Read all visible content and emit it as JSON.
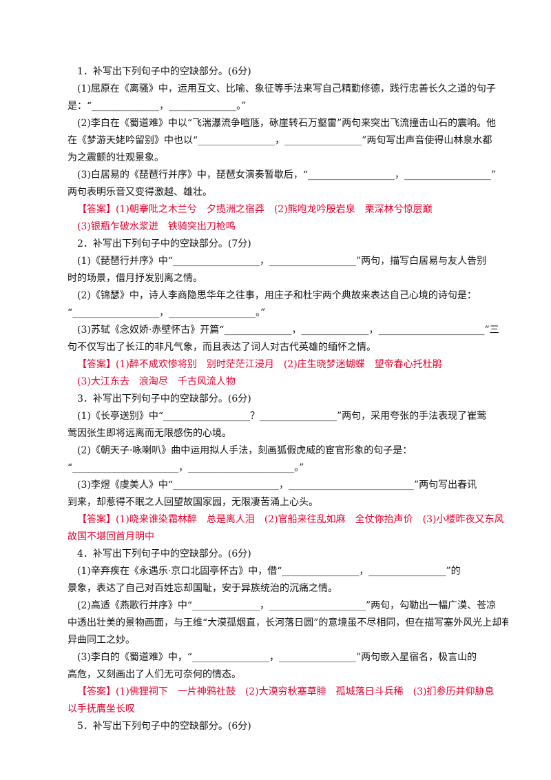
{
  "lines": [
    {
      "text": "1．补写出下列句子中的空缺部分。(6分)",
      "cls": "q"
    },
    {
      "text": "(1)屈原在《离骚》中，运用互文、比喻、象征等手法来写自己精勤修德，践行忠善长久之道的句子",
      "cls": "indent"
    },
    {
      "text": "是：“______________，______________。”",
      "cls": ""
    },
    {
      "text": "(2)李白在《蜀道难》中以“飞湍瀑流争喧豗，砯崖转石万壑雷”两句来突出飞流撞击山石的震响。他",
      "cls": "indent"
    },
    {
      "text": "在《梦游天姥吟留别》中也以“________________，________________”两句写出声音使得山林泉水都",
      "cls": ""
    },
    {
      "text": "为之震颤的壮观景象。",
      "cls": ""
    },
    {
      "text": "(3)白居易的《琵琶行并序》中，琵琶女演奏暂歇后，“__________________，__________________”",
      "cls": "indent"
    },
    {
      "text": "两句表明乐音又变得激越、雄壮。",
      "cls": ""
    },
    {
      "text": "【答案】(1)朝搴阰之木兰兮　夕揽洲之宿莽　(2)熊咆龙吟殷岩泉　栗深林兮惊层巅",
      "cls": "ans"
    },
    {
      "text": "(3)银瓶乍破水浆迸　铁骑突出刀枪鸣",
      "cls": "ans"
    },
    {
      "text": "2．补写出下列句子中的空缺部分。(7分)",
      "cls": "q"
    },
    {
      "text": "(1)《琵琶行并序》中“__________________，__________________”两句，描写白居易与友人告别",
      "cls": "indent"
    },
    {
      "text": "时的场景，借月抒发别离之情。",
      "cls": ""
    },
    {
      "text": "(2)《锦瑟》中，诗人李商隐思华年之往事，用庄子和杜宇两个典故来表达自己心境的诗句是：",
      "cls": "indent"
    },
    {
      "text": "“__________________，__________________。”",
      "cls": ""
    },
    {
      "text": "(3)苏轼《念奴娇·赤壁怀古》开篇“______________，______________，______________________”三",
      "cls": "indent"
    },
    {
      "text": "句不仅写出了长江的非凡气象，而且表达了词人对古代英雄的缅怀之情。",
      "cls": ""
    },
    {
      "text": "【答案】(1)醉不成欢惨将别　别时茫茫江浸月　(2)庄生晓梦迷蝴蝶　望帝春心托杜鹃",
      "cls": "ans"
    },
    {
      "text": "(3)大江东去　浪淘尽　千古风流人物",
      "cls": "ans"
    },
    {
      "text": "3．补写出下列句子中的空缺部分。(6分)",
      "cls": "q"
    },
    {
      "text": "(1)《长亭送别》中“__________________？________________”两句，采用夸张的手法表现了崔莺",
      "cls": "indent"
    },
    {
      "text": "莺因张生即将远离而无限感伤的心境。",
      "cls": ""
    },
    {
      "text": "(2)《朝天子·咏喇叭》曲中运用拟人手法，刻画狐假虎威的宦官形象的句子是：",
      "cls": "indent"
    },
    {
      "text": "“______________________，______________________。”",
      "cls": ""
    },
    {
      "text": "(3)李煜《虞美人》中“______________________，__________________________”两句写出春讯",
      "cls": "indent"
    },
    {
      "text": "到来，却惹得不眠之人回望故国家园，无限凄苦涌上心头。",
      "cls": ""
    },
    {
      "text": "【答案】(1)晓来谁染霜林醉　总是离人泪　(2)官船来往乱如麻　全仗你抬声价　(3)小楼昨夜又东风",
      "cls": "ans"
    },
    {
      "text": "故国不堪回首月明中",
      "cls": "ans2"
    },
    {
      "text": "4．补写出下列句子中的空缺部分。(6分)",
      "cls": "q"
    },
    {
      "text": "(1)辛弃疾在《永遇乐·京口北固亭怀古》中，借“________________，________________”的",
      "cls": "indent"
    },
    {
      "text": "景象，表达了自己对百姓忘却国耻，安于异族统治的沉痛之情。",
      "cls": ""
    },
    {
      "text": "(2)高适《燕歌行并序》中“______________，____________________”两句，勾勒出一幅广漠、苍凉",
      "cls": "indent"
    },
    {
      "text": "中透出壮美的景物画面，与王维“大漠孤烟直，长河落日圆”的意境虽不尽相同，但在描写塞外风光上却有",
      "cls": ""
    },
    {
      "text": "异曲同工之妙。",
      "cls": ""
    },
    {
      "text": "(3)李白的《蜀道难》中，“________________，________________”两句嵌入星宿名，极言山的",
      "cls": "indent"
    },
    {
      "text": "高危，又刻画出了人们无可奈何的情态。",
      "cls": ""
    },
    {
      "text": "【答案】(1)佛狸祠下　一片神鸦社鼓　(2)大漠穷秋塞草腓　孤城落日斗兵稀　(3)扪参历井仰胁息",
      "cls": "ans"
    },
    {
      "text": "以手抚膺坐长叹",
      "cls": "ans2"
    },
    {
      "text": "5．补写出下列句子中的空缺部分。(6分)",
      "cls": "q"
    }
  ]
}
